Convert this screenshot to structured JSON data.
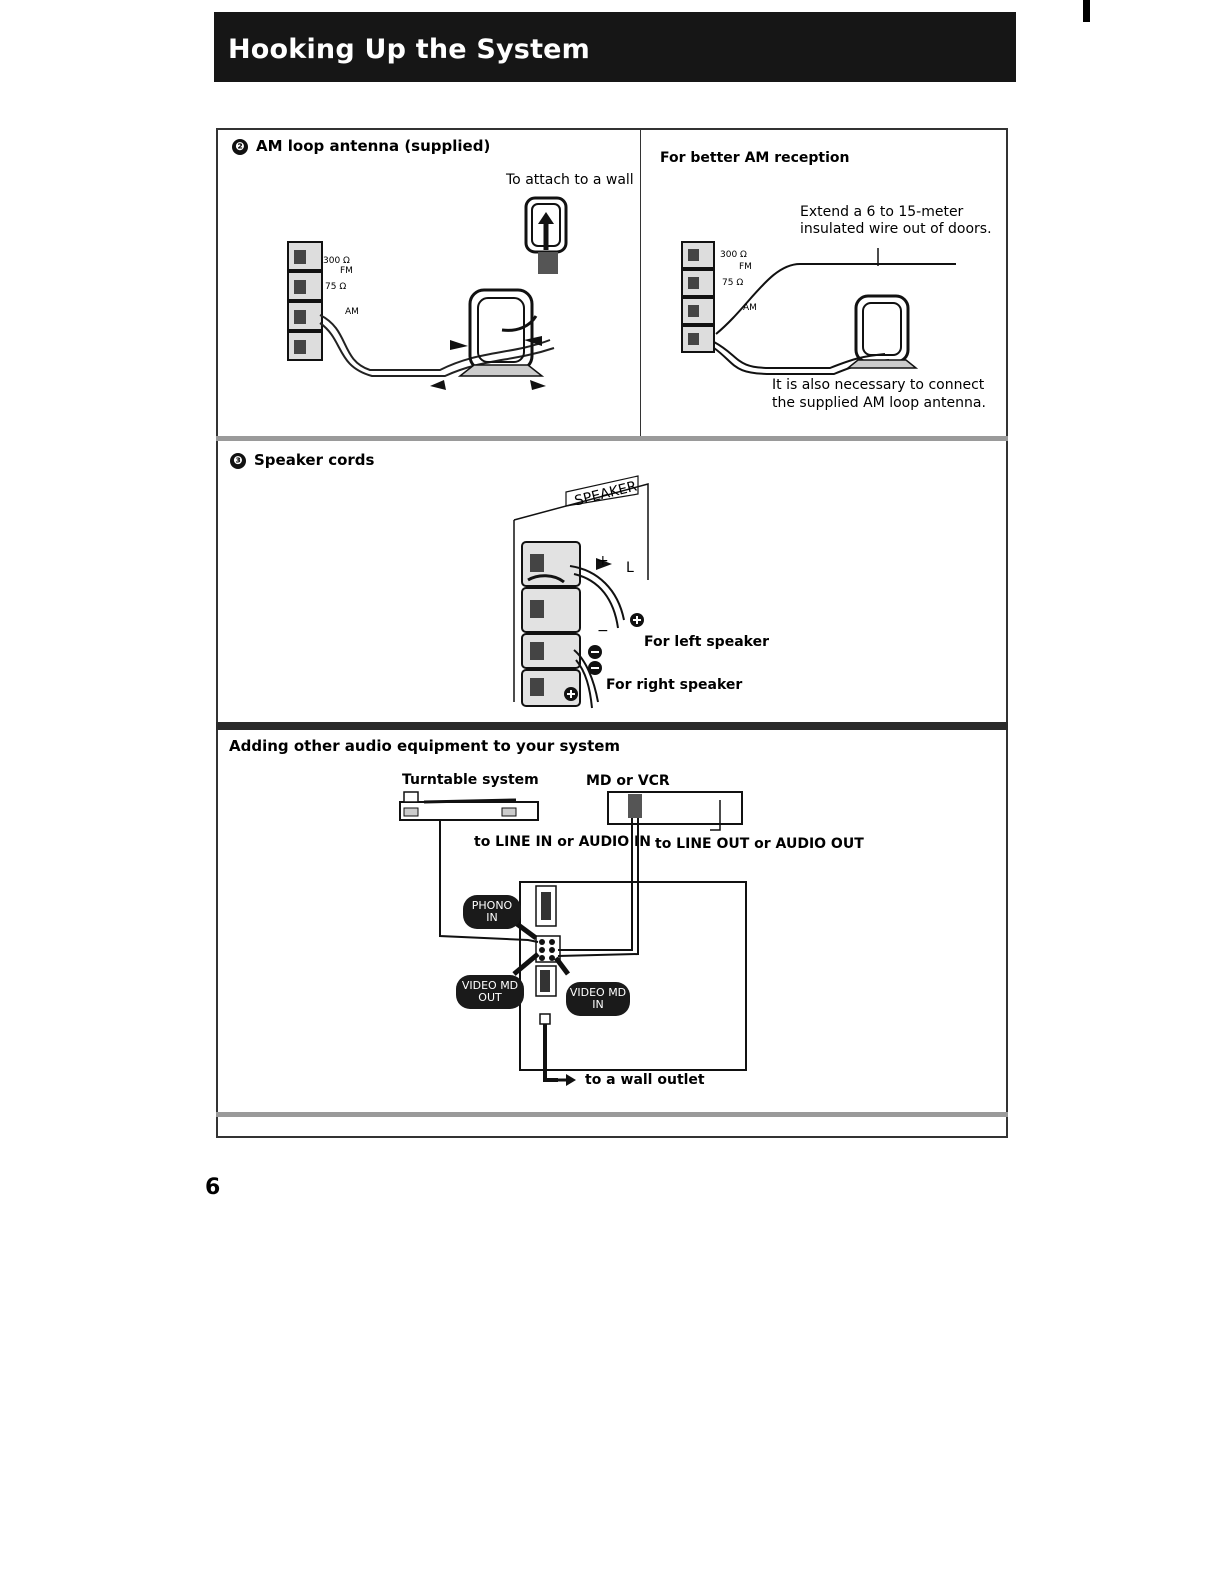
{
  "header": {
    "title": "Hooking Up the System"
  },
  "am_antenna": {
    "step": "❷",
    "title": "AM loop antenna (supplied)",
    "wall_caption": "To attach to a wall",
    "terminal_300": "300 Ω",
    "terminal_fm": "FM",
    "terminal_75": "75 Ω",
    "terminal_am": "AM"
  },
  "better_am": {
    "title": "For better AM reception",
    "extend_text_1": "Extend a 6 to 15-meter",
    "extend_text_2": "insulated wire out of doors.",
    "note_1": "It is also necessary to connect",
    "note_2": "the supplied AM loop antenna."
  },
  "speaker": {
    "step": "❸",
    "title": "Speaker cords",
    "panel_label": "SPEAKER",
    "plus": "+",
    "minus": "−",
    "l": "L",
    "left_label": "For left speaker",
    "right_label": "For right speaker"
  },
  "audio": {
    "title": "Adding other audio equipment to your system",
    "turntable": "Turntable system",
    "md_vcr": "MD or VCR",
    "line_in": "to LINE IN or AUDIO IN",
    "line_out": "to LINE OUT or AUDIO OUT",
    "phono_in_1": "PHONO",
    "phono_in_2": "IN",
    "video_out_1": "VIDEO MD",
    "video_out_2": "OUT",
    "video_in_1": "VIDEO MD",
    "video_in_2": "IN",
    "wall_outlet": "to a wall outlet"
  },
  "page_number": "6"
}
